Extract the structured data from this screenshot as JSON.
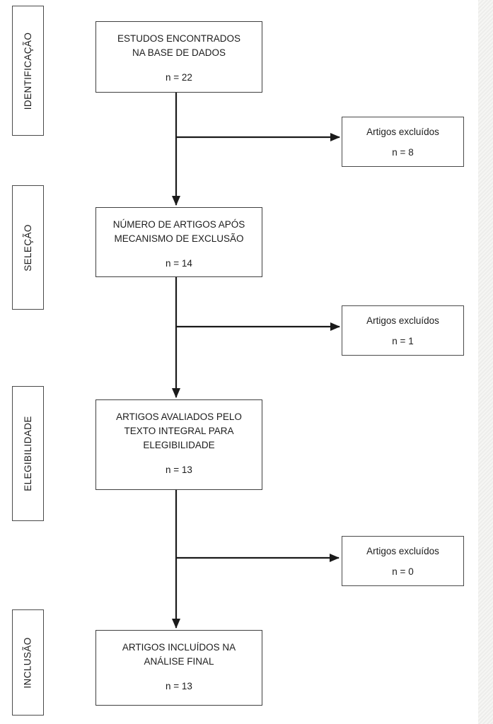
{
  "diagram": {
    "type": "prisma-flowchart",
    "colors": {
      "box_border": "#3f3f3f",
      "text": "#1c1c1c",
      "arrow": "#1a1a1a",
      "background": "#ffffff",
      "page_edge": "#ededeb"
    },
    "stages": [
      {
        "label": "IDENTIFICAÇÃO"
      },
      {
        "label": "SELEÇÃO"
      },
      {
        "label": "ELEGIBILIDADE"
      },
      {
        "label": "INCLUSÃO"
      }
    ],
    "main_boxes": [
      {
        "lines": [
          "ESTUDOS ENCONTRADOS",
          "NA BASE DE DADOS"
        ],
        "n": "n = 22"
      },
      {
        "lines": [
          "NÚMERO DE ARTIGOS APÓS",
          "MECANISMO DE EXCLUSÃO"
        ],
        "n": "n = 14"
      },
      {
        "lines": [
          "ARTIGOS AVALIADOS PELO",
          "TEXTO INTEGRAL PARA",
          "ELEGIBILIDADE"
        ],
        "n": "n = 13"
      },
      {
        "lines": [
          "ARTIGOS INCLUÍDOS NA",
          "ANÁLISE FINAL"
        ],
        "n": "n = 13"
      }
    ],
    "excluded_boxes": [
      {
        "label": "Artigos excluídos",
        "n": "n = 8"
      },
      {
        "label": "Artigos excluídos",
        "n": "n = 1"
      },
      {
        "label": "Artigos excluídos",
        "n": "n = 0"
      }
    ]
  }
}
